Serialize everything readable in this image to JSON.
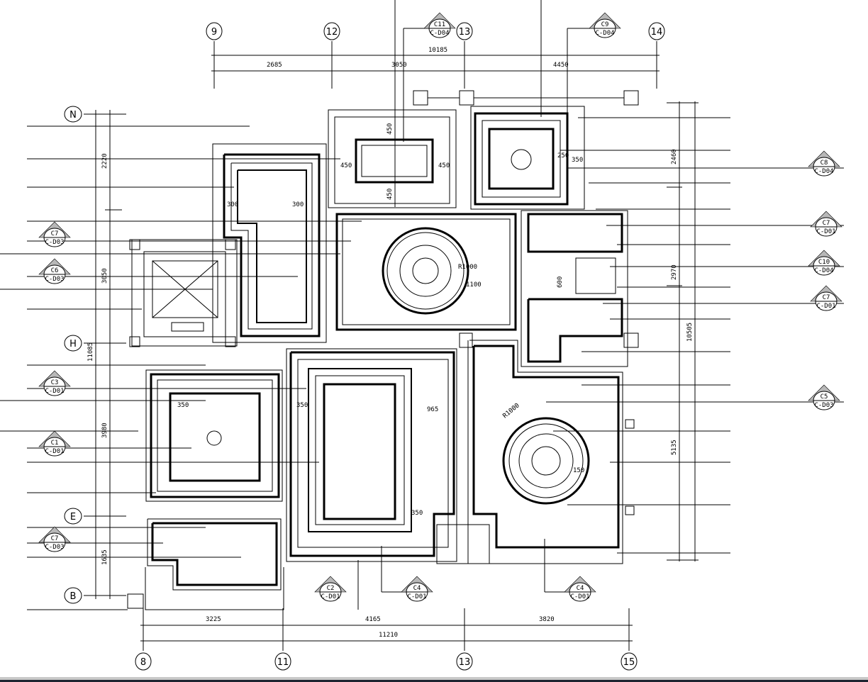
{
  "axes": {
    "top": [
      "9",
      "12",
      "13",
      "14"
    ],
    "bottom": [
      "8",
      "11",
      "13",
      "15"
    ],
    "left": [
      "N",
      "H",
      "E",
      "B"
    ]
  },
  "dimensions": {
    "top_total": "10185",
    "top_segments": [
      "2685",
      "3050",
      "4450"
    ],
    "bottom_total": "11210",
    "bottom_segments": [
      "3225",
      "4165",
      "3820"
    ],
    "left_total": "11085",
    "left_segments": [
      "2220",
      "3050",
      "3980",
      "1635"
    ],
    "right_total": "10505",
    "right_segments": [
      "2460",
      "2970",
      "5135"
    ]
  },
  "section_markers": [
    {
      "id": "C11",
      "sheet": "C-D04"
    },
    {
      "id": "C9",
      "sheet": "C-D04"
    },
    {
      "id": "C7",
      "sheet": "C-D03"
    },
    {
      "id": "C6",
      "sheet": "C-D03"
    },
    {
      "id": "C3",
      "sheet": "C-D01"
    },
    {
      "id": "C1",
      "sheet": "C-D01"
    },
    {
      "id": "C7",
      "sheet": "C-D03"
    },
    {
      "id": "C8",
      "sheet": "C-D04"
    },
    {
      "id": "C7",
      "sheet": "C-D01"
    },
    {
      "id": "C10",
      "sheet": "C-D04"
    },
    {
      "id": "C7",
      "sheet": "C-D01"
    },
    {
      "id": "C5",
      "sheet": "C-D03"
    },
    {
      "id": "C2",
      "sheet": "C-D01"
    },
    {
      "id": "C4",
      "sheet": "C-D01"
    },
    {
      "id": "C4",
      "sheet": "C-D01"
    }
  ],
  "interior_labels": [
    "450",
    "450",
    "450",
    "450",
    "350",
    "250",
    "300",
    "300",
    "R1000",
    "1100",
    "965",
    "600",
    "350",
    "350",
    "R1000",
    "150",
    "350"
  ]
}
